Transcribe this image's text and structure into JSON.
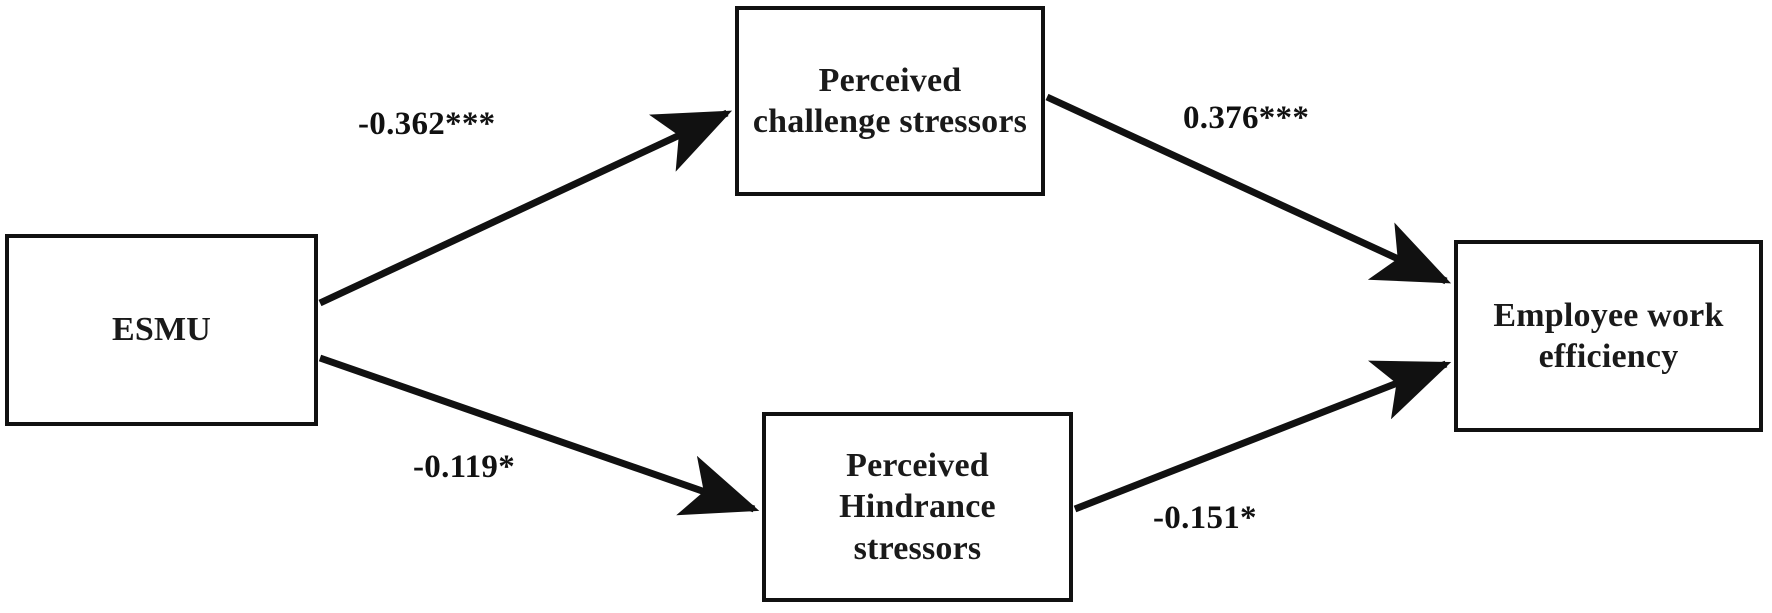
{
  "figure": {
    "type": "path-model-diagram",
    "background_color": "#ffffff",
    "line_color": "#111111",
    "text_color": "#1a1a1a"
  },
  "nodes": {
    "esmu": {
      "label": "ESMU"
    },
    "challenge": {
      "label": "Perceived\nchallenge stressors"
    },
    "hindrance": {
      "label": "Perceived\nHindrance\nstressors"
    },
    "outcome": {
      "label": "Employee work\nefficiency"
    }
  },
  "paths": {
    "esmu_to_challenge": {
      "coefficient": "-0.362***"
    },
    "challenge_to_outcome": {
      "coefficient": "0.376***"
    },
    "esmu_to_hindrance": {
      "coefficient": "-0.119*"
    },
    "hindrance_to_outcome": {
      "coefficient": "-0.151*"
    }
  },
  "chart_data": {
    "type": "diagram",
    "title": "",
    "nodes": [
      {
        "id": "esmu",
        "label": "ESMU",
        "role": "predictor"
      },
      {
        "id": "challenge",
        "label": "Perceived challenge stressors",
        "role": "mediator"
      },
      {
        "id": "hindrance",
        "label": "Perceived Hindrance stressors",
        "role": "mediator"
      },
      {
        "id": "outcome",
        "label": "Employee work efficiency",
        "role": "outcome"
      }
    ],
    "edges": [
      {
        "from": "esmu",
        "to": "challenge",
        "label": "-0.362***",
        "value": -0.362,
        "significance": "***"
      },
      {
        "from": "challenge",
        "to": "outcome",
        "label": "0.376***",
        "value": 0.376,
        "significance": "***"
      },
      {
        "from": "esmu",
        "to": "hindrance",
        "label": "-0.119*",
        "value": -0.119,
        "significance": "*"
      },
      {
        "from": "hindrance",
        "to": "outcome",
        "label": "-0.151*",
        "value": -0.151,
        "significance": "*"
      }
    ]
  }
}
